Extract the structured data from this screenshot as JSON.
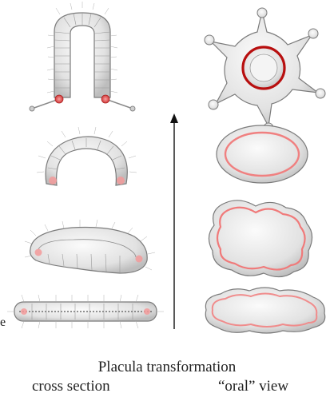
{
  "caption": {
    "title": "Placula transformation",
    "left_label": "cross section",
    "right_label": "“oral” view"
  },
  "edge_mark": "e",
  "colors": {
    "body_fill": "#e6e6e6",
    "body_stroke": "#8a8a8a",
    "highlight_red": "#d43a3a",
    "pale_red": "#f08c8c",
    "arrow": "#111111"
  },
  "icons": [
    "upward-arrow-icon"
  ]
}
